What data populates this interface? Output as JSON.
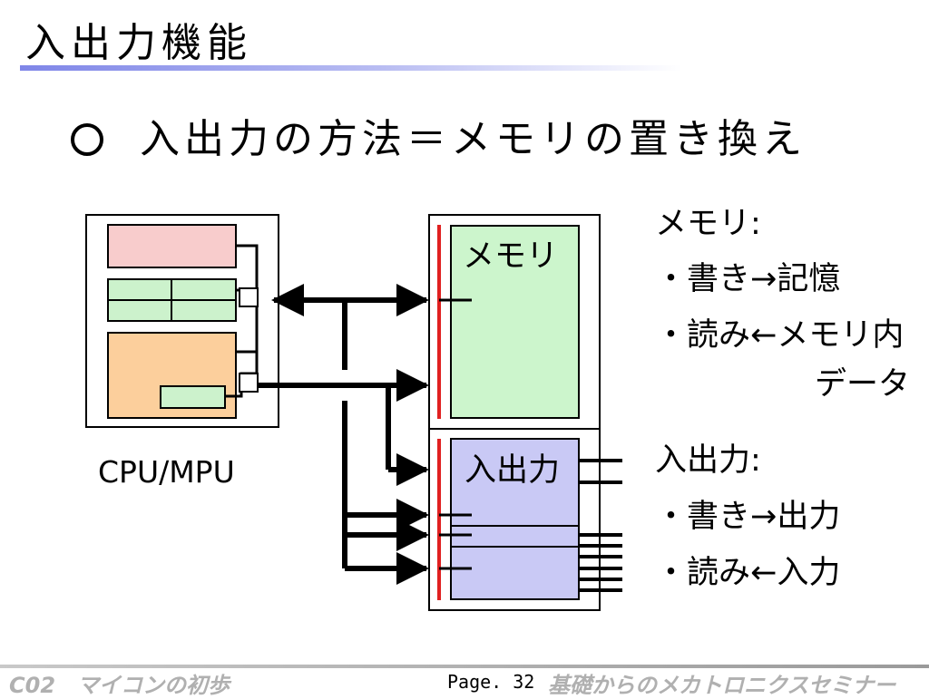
{
  "slide": {
    "title": "入出力機能",
    "headline": "入出力の方法＝メモリの置き換え"
  },
  "diagram": {
    "cpu_label": "CPU/MPU",
    "memory_label": "メモリ",
    "io_label": "入出力",
    "colors": {
      "register_pink": "#f8cccc",
      "register_green": "#ccf2cc",
      "alu_orange": "#fccf9c",
      "memory_green": "#ccf5cc",
      "io_lavender": "#c9c9f5",
      "bus_red": "#e02020"
    }
  },
  "notes": {
    "memory_heading": "メモリ:",
    "memory_write": "・書き→記憶",
    "memory_read": "・読み←メモリ内",
    "memory_read_cont": "データ",
    "io_heading": "入出力:",
    "io_write": "・書き→出力",
    "io_read": "・読み←入力"
  },
  "footer": {
    "course": "C02　マイコンの初歩",
    "page": "Page. 32",
    "seminar": "基礎からのメカトロニクスセミナー"
  }
}
